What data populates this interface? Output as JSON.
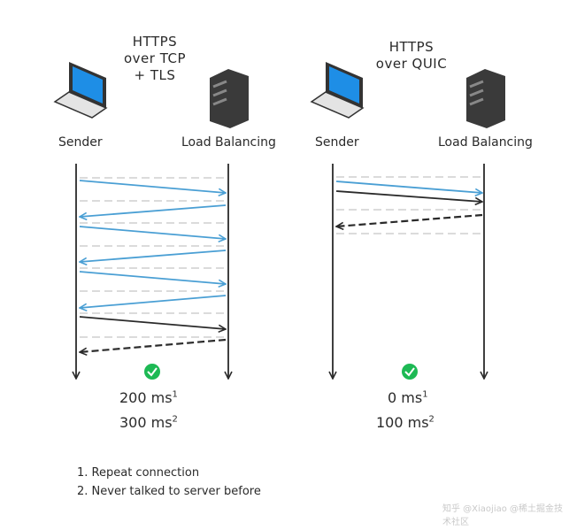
{
  "left_panel": {
    "title_lines": [
      "HTTPS",
      "over TCP",
      "+ TLS"
    ],
    "sender_label": "Sender",
    "server_label": "Load Balancing",
    "time_repeat": "200 ms",
    "time_repeat_mark": "1",
    "time_new": "300 ms",
    "time_new_mark": "2"
  },
  "right_panel": {
    "title_lines": [
      "HTTPS",
      "over QUIC"
    ],
    "sender_label": "Sender",
    "server_label": "Load Balancing",
    "time_repeat": "0 ms",
    "time_repeat_mark": "1",
    "time_new": "100 ms",
    "time_new_mark": "2"
  },
  "footnotes": [
    "1. Repeat connection",
    "2. Never talked to server before"
  ],
  "watermark": "知乎 @Xiaojiao @稀土掘金技术社区",
  "colors": {
    "handshake": "#4a9fd4",
    "data": "#2a2a2a",
    "success": "#1db954",
    "screen": "#1e8ee6",
    "grid": "#cfcfcf"
  }
}
